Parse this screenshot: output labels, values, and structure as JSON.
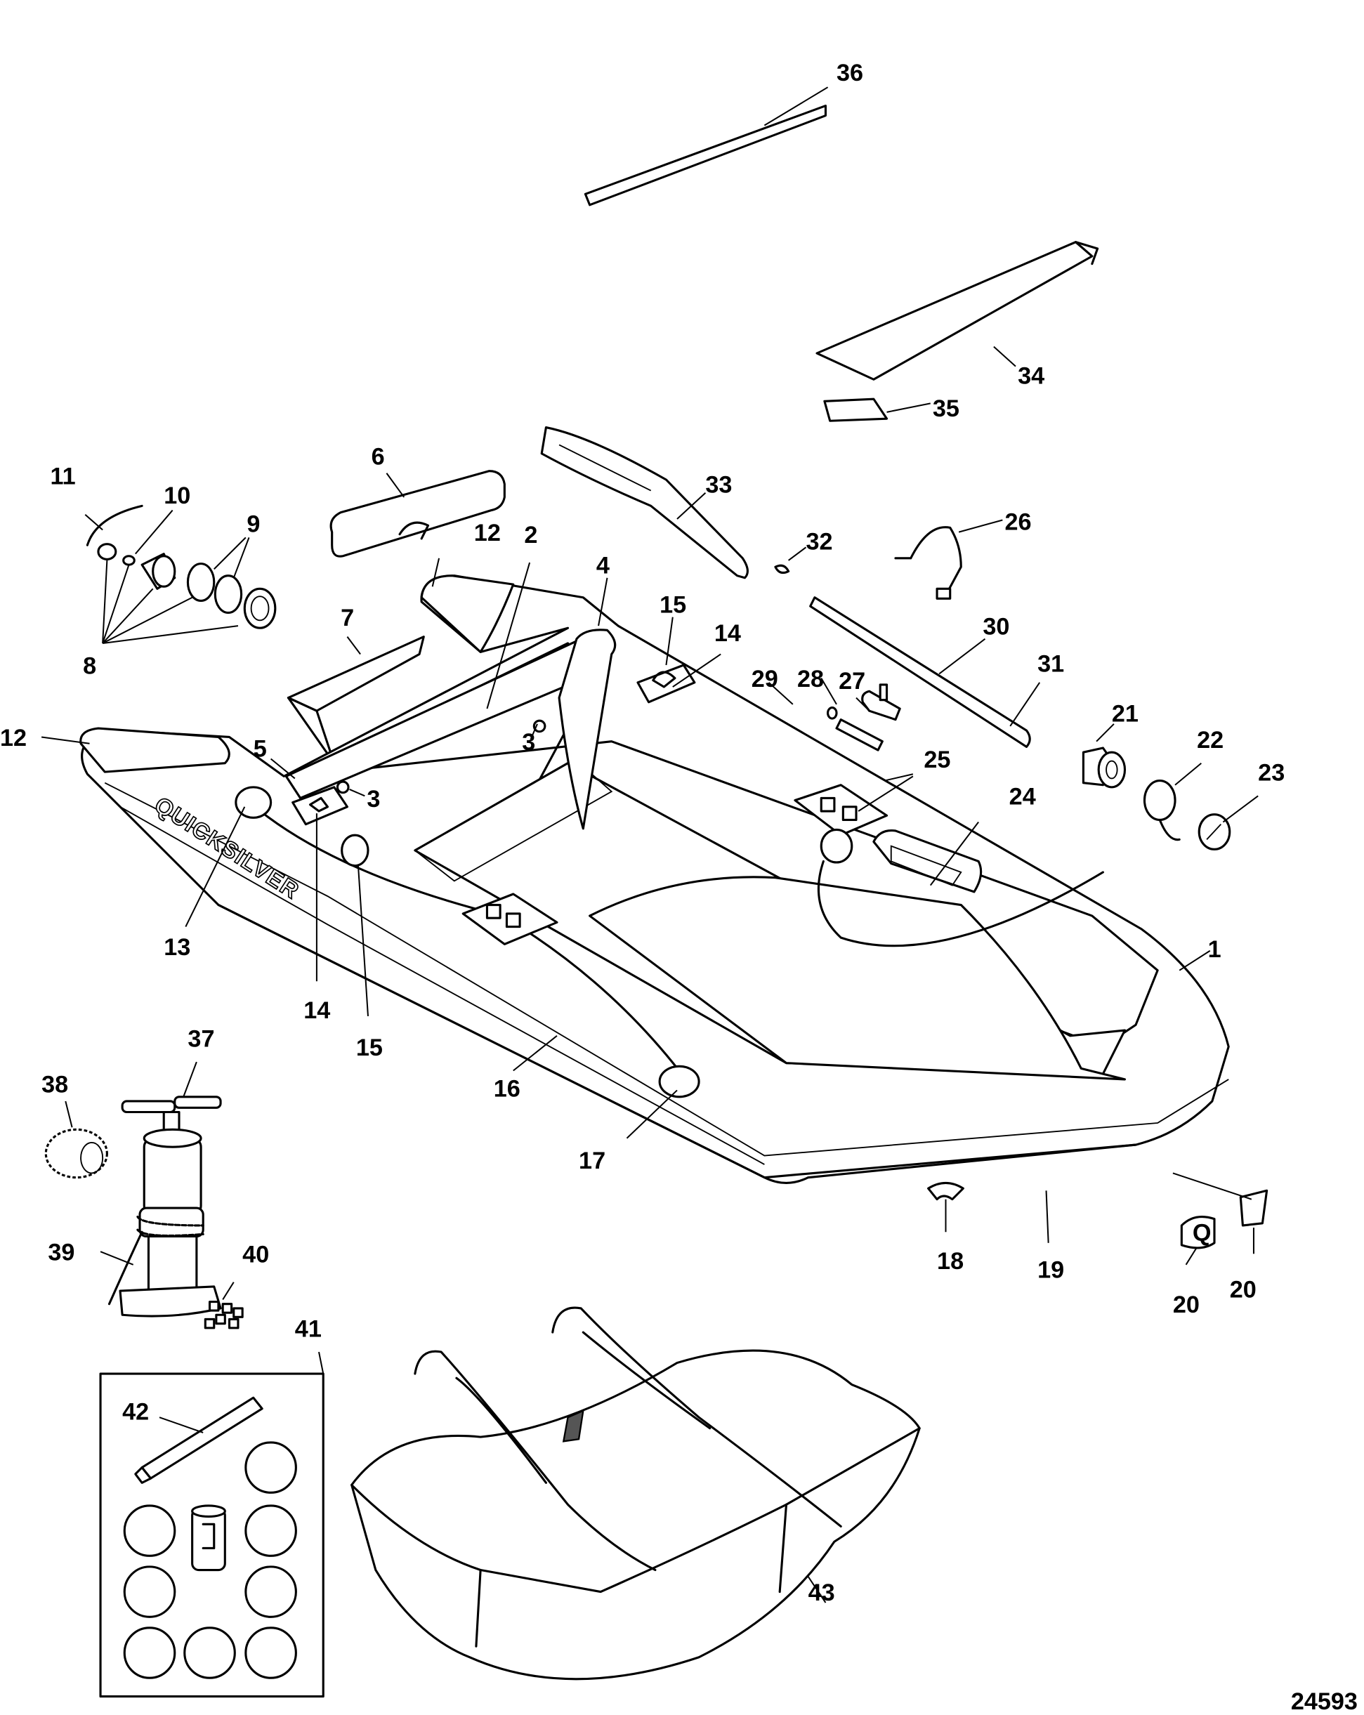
{
  "diagram": {
    "type": "exploded-parts-diagram",
    "subject": "Inflatable boat (Quicksilver)",
    "brand_text": "QUICKSILVER",
    "drawing_number": "24593",
    "callouts": {
      "c1": "1",
      "c2": "2",
      "c3a": "3",
      "c3b": "3",
      "c4": "4",
      "c5": "5",
      "c6": "6",
      "c7": "7",
      "c8": "8",
      "c9": "9",
      "c10": "10",
      "c11": "11",
      "c12a": "12",
      "c12b": "12",
      "c13": "13",
      "c14a": "14",
      "c14b": "14",
      "c15a": "15",
      "c15b": "15",
      "c16": "16",
      "c17": "17",
      "c18": "18",
      "c19": "19",
      "c20a": "20",
      "c20b": "20",
      "c21": "21",
      "c22": "22",
      "c23": "23",
      "c24": "24",
      "c25": "25",
      "c26": "26",
      "c27": "27",
      "c28": "28",
      "c29": "29",
      "c30": "30",
      "c31": "31",
      "c32": "32",
      "c33": "33",
      "c34": "34",
      "c35": "35",
      "c36": "36",
      "c37": "37",
      "c38": "38",
      "c39": "39",
      "c40": "40",
      "c41": "41",
      "c42": "42",
      "c43": "43"
    }
  }
}
